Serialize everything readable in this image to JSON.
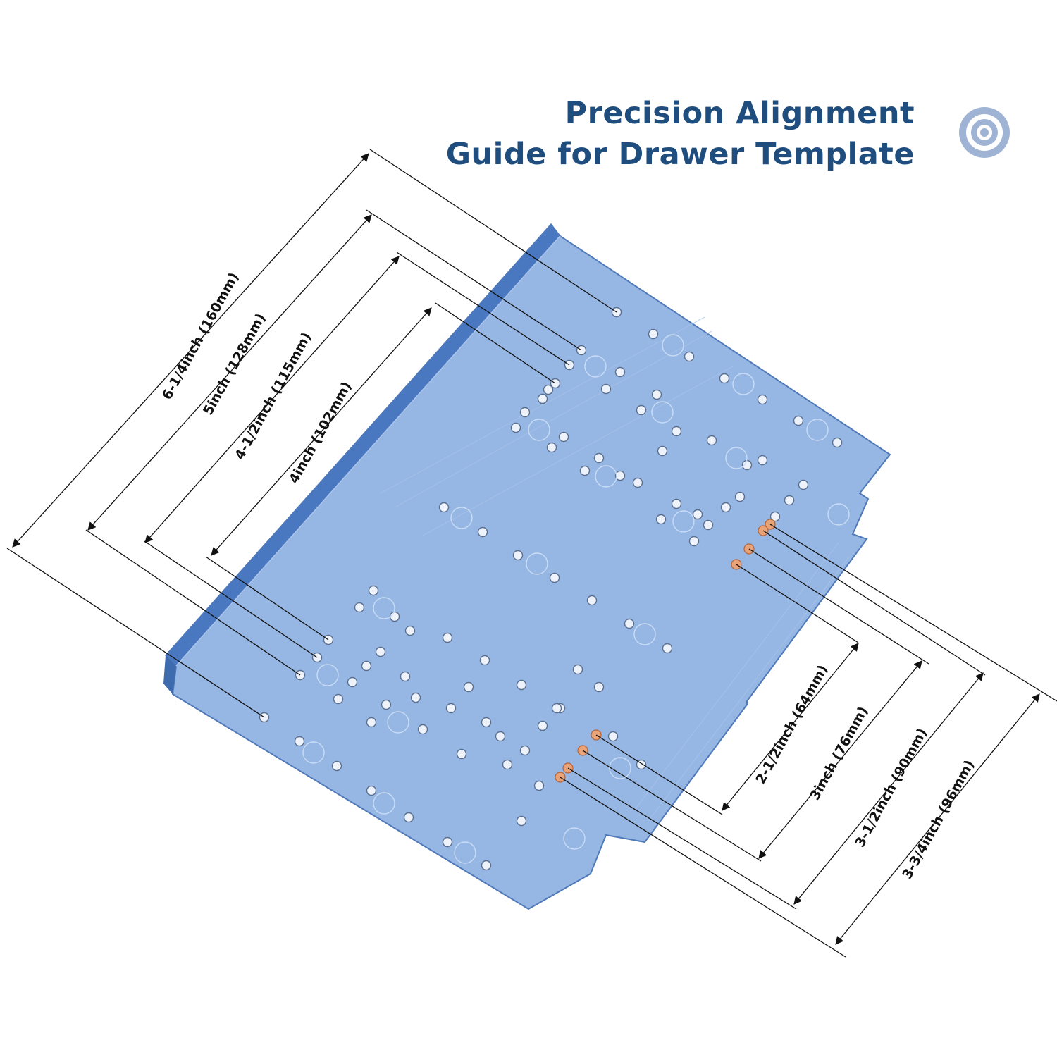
{
  "title": {
    "line1": "Precision Alignment",
    "line2": "Guide for Drawer Template"
  },
  "colors": {
    "title": "#1f4e7e",
    "target_icon": "#9fb3d4",
    "plate_fill": "#7fa6dd",
    "plate_edge": "#4f79b8",
    "hole_fill": "#eef3fb",
    "hole_stroke": "#5a6f8f",
    "marked_hole": "#e8a378",
    "dimension_line": "#111111"
  },
  "icons": {
    "target": "concentric-circles-target-icon"
  },
  "dimensions": {
    "left": [
      {
        "label": "6-1/4inch (160mm)"
      },
      {
        "label": "5inch (128mm)"
      },
      {
        "label": "4-1/2inch (115mm)"
      },
      {
        "label": "4inch (102mm)"
      }
    ],
    "right": [
      {
        "label": "2-1/2inch (64mm)"
      },
      {
        "label": "3inch (76mm)"
      },
      {
        "label": "3-1/2inch (90mm)"
      },
      {
        "label": "3-3/4inch (96mm)"
      }
    ]
  }
}
